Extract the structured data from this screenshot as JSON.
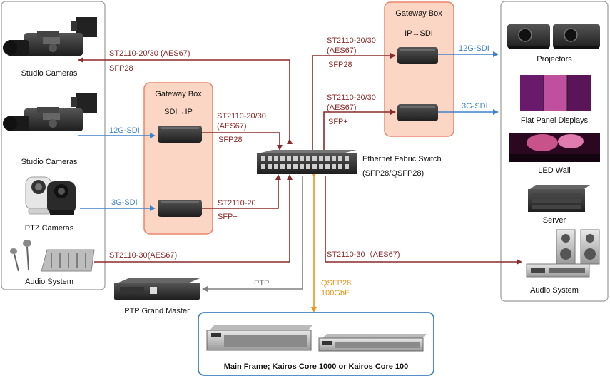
{
  "left_panel": {
    "studio_cameras_1": "Studio Cameras",
    "studio_cameras_2": "Studio Cameras",
    "ptz_cameras": "PTZ Cameras",
    "audio_system": "Audio System"
  },
  "gateway_in": {
    "title": "Gateway Box",
    "subtitle": "SDI→IP"
  },
  "gateway_out": {
    "title": "Gateway Box",
    "subtitle": "IP→SDI"
  },
  "switch": {
    "line1": "Ethernet Fabric Switch",
    "line2": "(SFP28/QSFP28)"
  },
  "right_panel": {
    "projectors": "Projectors",
    "flat_panel": "Flat Panel Displays",
    "led_wall": "LED Wall",
    "server": "Server",
    "audio_system": "Audio System"
  },
  "ptp": {
    "label": "PTP Grand Master",
    "link": "PTP"
  },
  "mainframe": {
    "label": "Main Frame; Kairos Core 1000 or Kairos Core 100"
  },
  "links": {
    "cam1_top": "ST2110-20/30 (AES67)",
    "cam1_bottom": "SFP28",
    "cam2_sdi": "12G-SDI",
    "gw1_top_a": "ST2110-20/30",
    "gw1_top_b": "(AES67)",
    "gw1_top_c": "SFP28",
    "ptz_sdi": "3G-SDI",
    "gw1_bot_a": "ST2110-20",
    "gw1_bot_b": "SFP+",
    "audio_left": "ST2110-30(AES67)",
    "gw2_top_a": "ST2110-20/30",
    "gw2_top_b": "(AES67)",
    "gw2_top_c": "SFP28",
    "gw2_top_sdi": "12G-SDI",
    "gw2_bot_a": "ST2110-20/30",
    "gw2_bot_b": "(AES67)",
    "gw2_bot_c": "SFP+",
    "gw2_bot_sdi": "3G-SDI",
    "audio_right": "ST2110-30（AES67)",
    "qsfp_a": "QSFP28",
    "qsfp_b": "100GbE"
  },
  "colors": {
    "ip_link": "#8b2a2a",
    "sdi_link": "#3f82c8",
    "ptp_link": "#808080",
    "qsfp_link": "#e8951f",
    "gateway_fill": "#fbd6c4",
    "gateway_border": "#e8866a",
    "mainframe_border": "#3f7fc4"
  }
}
